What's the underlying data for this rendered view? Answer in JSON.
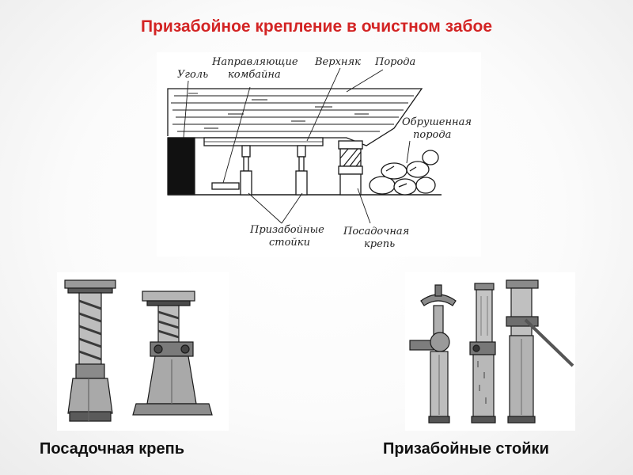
{
  "title": "Призабойное крепление в очистном забое",
  "diagram": {
    "labels": {
      "coal": "Уголь",
      "guides_line1": "Направляющие",
      "guides_line2": "комбайна",
      "cap": "Верхняк",
      "rock": "Порода",
      "collapsed_line1": "Обрушенная",
      "collapsed_line2": "порода",
      "face_props_line1": "Призабойные",
      "face_props_line2": "стойки",
      "landing_line1": "Посадочная",
      "landing_line2": "крепь"
    }
  },
  "captions": {
    "left": "Посадочная крепь",
    "right": "Призабойные стойки"
  },
  "colors": {
    "title": "#d32424",
    "ink": "#1a1a1a"
  }
}
